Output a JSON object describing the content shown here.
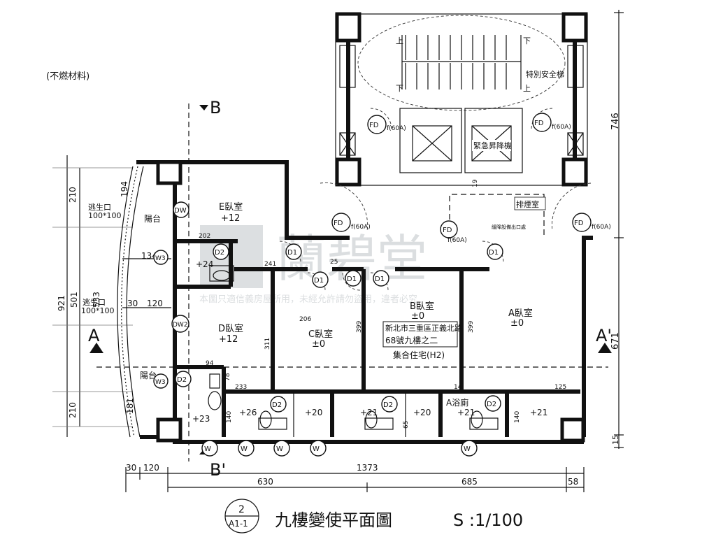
{
  "note_material": "(不燃材料)",
  "sections": {
    "b_top": "B",
    "b_bottom": "B'",
    "a_left": "A",
    "a_right": "A'"
  },
  "stair": {
    "special_label": "特別安全梯",
    "up": "上",
    "down": "下"
  },
  "elevator_label": "緊急昇降機",
  "exhaust_label": "排煙室",
  "small_note": "緩降設備出口處",
  "rooms": {
    "e": {
      "name": "E臥室",
      "level": "+12"
    },
    "d": {
      "name": "D臥室",
      "level": "+12"
    },
    "c": {
      "name": "C臥室",
      "level": "±0"
    },
    "b": {
      "name": "B臥室",
      "level": "±0"
    },
    "a": {
      "name": "A臥室",
      "level": "±0"
    },
    "balcony_top": "陽台",
    "balcony_bottom": "陽台",
    "bath_a": "A浴廁"
  },
  "address": {
    "line1": "新北市三重區正義北路",
    "line2": "68號九樓之二",
    "line3": "集合住宅(H2)"
  },
  "escape": {
    "label": "逃生口",
    "size": "100*100"
  },
  "door_tags": {
    "fd": "FD",
    "fd_suffix": "f(60A)",
    "d1": "D1",
    "d2": "D2",
    "dw": "DW",
    "dw2": "DW2",
    "w3": "W3",
    "w_label": "W"
  },
  "levels": {
    "p24": "+24",
    "p23": "+23",
    "p26": "+26",
    "p20": "+20",
    "p21": "+21"
  },
  "dims": {
    "v746": "746",
    "v671": "671",
    "v15": "15",
    "l210a": "210",
    "l921": "921",
    "l210b": "210",
    "l501": "501",
    "l194": "194",
    "l533": "533",
    "l181": "181",
    "h134": "134",
    "h30": "30",
    "h120": "120",
    "b30": "30",
    "b120": "120",
    "b1373": "1373",
    "b630": "630",
    "b685": "685",
    "b58": "58",
    "d202": "202",
    "d94": "94",
    "d241": "241",
    "d25": "25",
    "d206": "206",
    "d311": "311",
    "d399a": "399",
    "d399b": "399",
    "d233": "233",
    "d140a": "140",
    "d140b": "140",
    "d65": "65",
    "d125": "125",
    "d14": "14",
    "d78": "78",
    "d19": "19"
  },
  "title": {
    "circle_top": "2",
    "circle_bottom": "A1-1",
    "main": "九樓變使平面圖",
    "scale": "S :1/100"
  },
  "watermark": {
    "main": "蘭碧堂",
    "sub": "本圖只適信義房屋所用，未經允許請勿盜用，違者必究"
  }
}
